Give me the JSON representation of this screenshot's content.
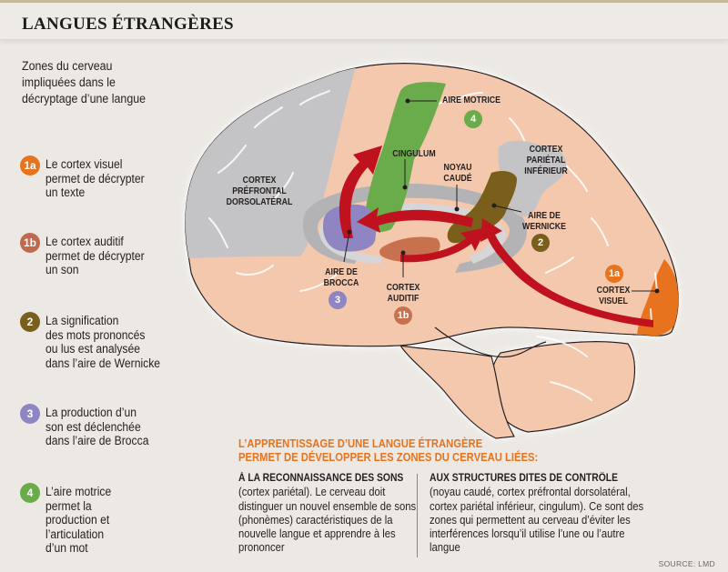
{
  "header": {
    "title": "LANGUES ÉTRANGÈRES"
  },
  "intro": "Zones du cerveau impliquées dans le décryptage d’une langue",
  "legend": [
    {
      "badge": "1a",
      "color": "#e8731e",
      "text": "Le cortex visuel\npermet de décrypter\nun texte"
    },
    {
      "badge": "1b",
      "color": "#c0694c",
      "text": "Le cortex auditif\npermet de décrypter\nun son"
    },
    {
      "badge": "2",
      "color": "#7a5e1c",
      "text": "La signification\ndes mots prononcés\nou lus est analysée\ndans l’aire de Wernicke"
    },
    {
      "badge": "3",
      "color": "#8f85c2",
      "text": "La production d’un\nson est déclenchée\ndans l’aire de Brocca"
    },
    {
      "badge": "4",
      "color": "#6aab4c",
      "text": "L’aire motrice\npermet la\nproduction et\nl’articulation\nd’un mot"
    }
  ],
  "brain": {
    "labels": {
      "prefrontal": "CORTEX\nPRÉFRONTAL\nDORSOLATÉRAL",
      "motor": "AIRE MOTRICE",
      "cingulum": "CINGULUM",
      "caudate": "NOYAU\nCAUDÉ",
      "parietal": "CORTEX\nPARIÉTAL\nINFÉRIEUR",
      "wernicke": "AIRE DE\nWERNICKE",
      "brocca": "AIRE DE\nBROCCA",
      "auditory": "CORTEX\nAUDITIF",
      "visual": "CORTEX\nVISUEL"
    },
    "badges": {
      "motor": "4",
      "wernicke": "2",
      "brocca": "3",
      "auditory": "1b",
      "visual": "1a"
    },
    "colors": {
      "brain": "#f4c8ad",
      "grey_zone": "#c4c4c6",
      "motor": "#6aab4c",
      "wernicke": "#7a5e1c",
      "brocca": "#8f85c2",
      "auditory": "#c8714f",
      "visual": "#e8731e",
      "arrow": "#c0121e"
    }
  },
  "learning": {
    "title": "L’APPRENTISSAGE D’UNE LANGUE ÉTRANGÈRE\nPERMET DE DÉVELOPPER LES ZONES DU CERVEAU LIÉES:",
    "col1": {
      "head": "À LA RECONNAISSANCE DES SONS",
      "body": "(cortex pariétal). Le cerveau doit distinguer un nouvel ensemble de sons (phonèmes) caractéristiques de la nouvelle langue et apprendre à les prononcer"
    },
    "col2": {
      "head": "AUX STRUCTURES DITES DE CONTRÔLE",
      "body": "(noyau caudé, cortex préfrontal dorsolatéral, cortex pariétal inférieur, cingulum). Ce sont des zones qui permettent au cerveau d’éviter les interférences lorsqu’il utilise l’une ou l’autre langue"
    }
  },
  "source": "SOURCE: LMD"
}
